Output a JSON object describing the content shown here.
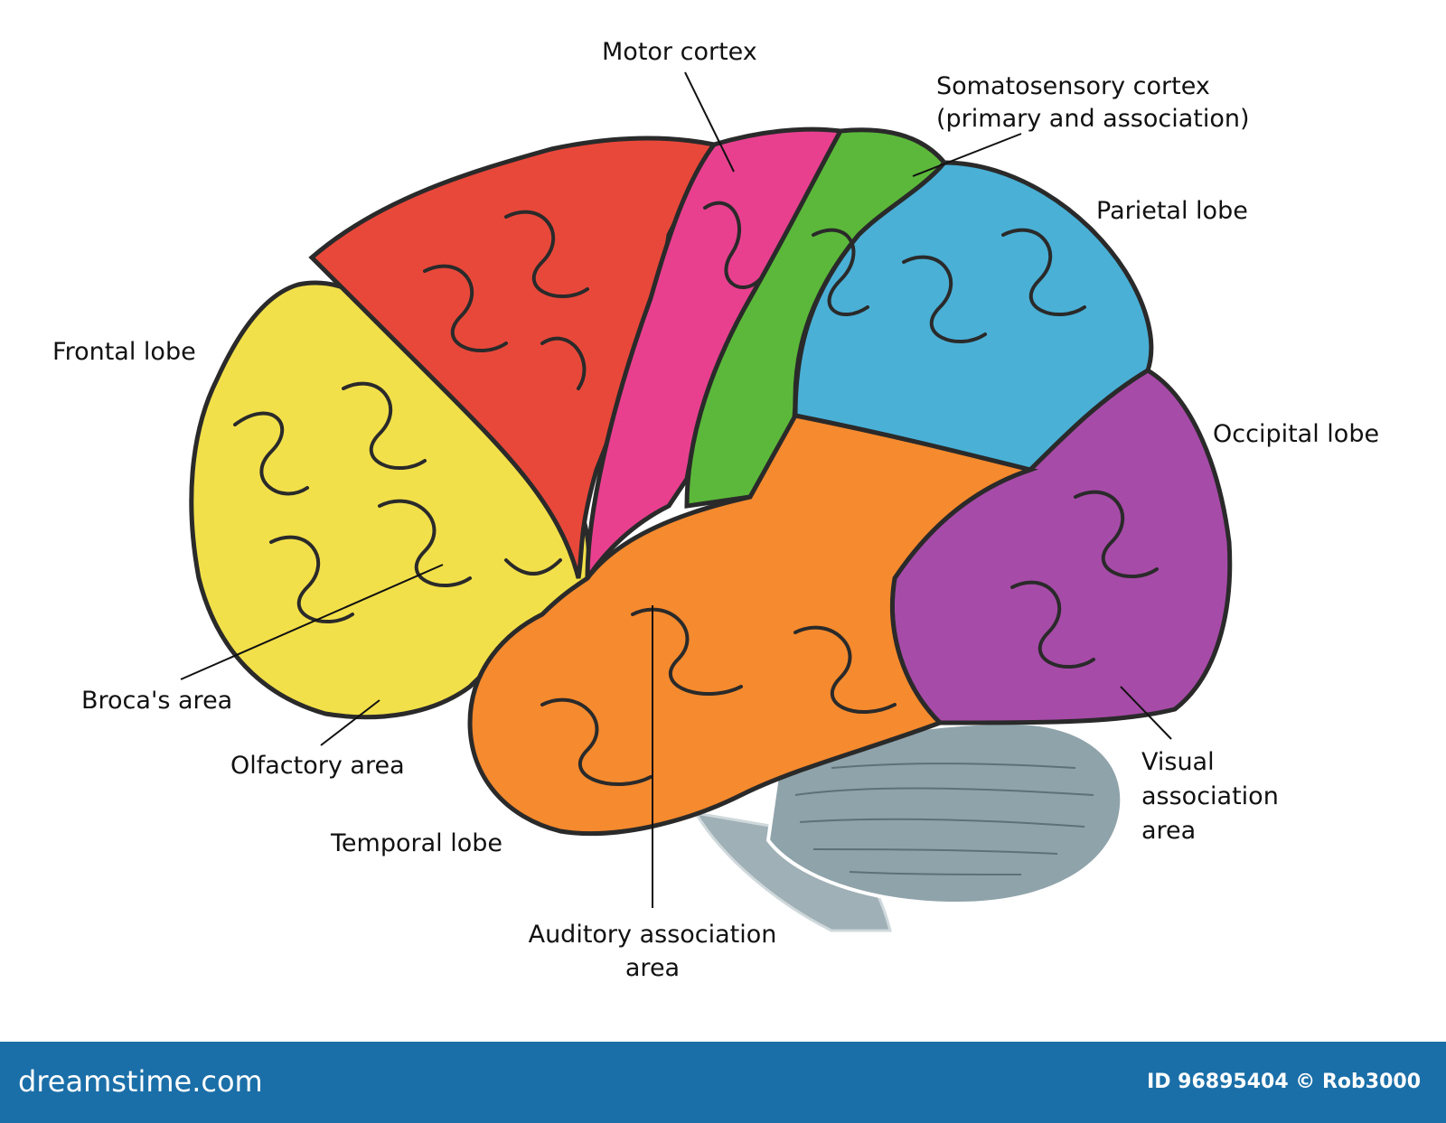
{
  "labels": {
    "motor_cortex": "Motor cortex",
    "somatosensory_line1": "Somatosensory cortex",
    "somatosensory_line2": "(primary and association)",
    "parietal_lobe": "Parietal lobe",
    "frontal_lobe": "Frontal lobe",
    "occipital_lobe": "Occipital lobe",
    "brocas_area": "Broca's area",
    "olfactory_area": "Olfactory area",
    "temporal_lobe": "Temporal lobe",
    "visual_line1": "Visual",
    "visual_line2": "association",
    "visual_line3": "area",
    "auditory_line1": "Auditory association",
    "auditory_line2": "area"
  },
  "footer": {
    "brand": "dreamstime.com",
    "credit": "ID 96895404 © Rob3000"
  },
  "colors": {
    "frontal_yellow": "#f2e04a",
    "premotor_red": "#e8483a",
    "motor_pink": "#e8408f",
    "somatosensory_green": "#5cb83a",
    "parietal_blue": "#4ab0d6",
    "occipital_purple": "#a74ba8",
    "temporal_orange": "#f58a2e",
    "cerebellum_gray": "#8fa3aa",
    "footer_blue": "#1b6fa8"
  }
}
